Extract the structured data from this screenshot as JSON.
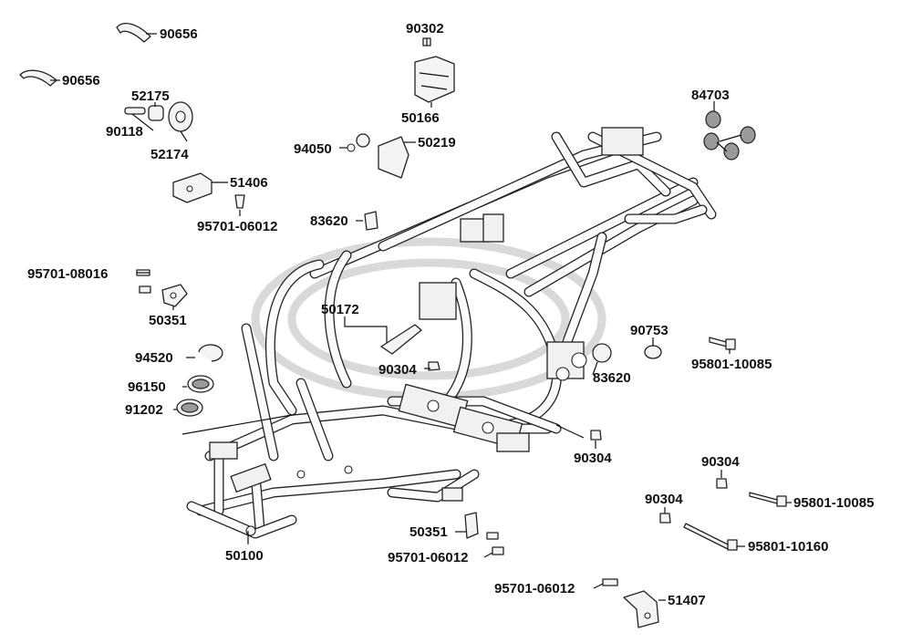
{
  "diagram": {
    "callouts": [
      {
        "id": "c01",
        "label": "90656"
      },
      {
        "id": "c02",
        "label": "90656"
      },
      {
        "id": "c03",
        "label": "52175"
      },
      {
        "id": "c04",
        "label": "90118"
      },
      {
        "id": "c05",
        "label": "52174"
      },
      {
        "id": "c06",
        "label": "51406"
      },
      {
        "id": "c07",
        "label": "95701-06012"
      },
      {
        "id": "c08",
        "label": "95701-08016"
      },
      {
        "id": "c09",
        "label": "50351"
      },
      {
        "id": "c10",
        "label": "94520"
      },
      {
        "id": "c11",
        "label": "96150"
      },
      {
        "id": "c12",
        "label": "91202"
      },
      {
        "id": "c13",
        "label": "50100"
      },
      {
        "id": "c14",
        "label": "90302"
      },
      {
        "id": "c15",
        "label": "50166"
      },
      {
        "id": "c16",
        "label": "94050"
      },
      {
        "id": "c17",
        "label": "50219"
      },
      {
        "id": "c18",
        "label": "83620"
      },
      {
        "id": "c19",
        "label": "50172"
      },
      {
        "id": "c20",
        "label": "90304"
      },
      {
        "id": "c21",
        "label": "84703"
      },
      {
        "id": "c22",
        "label": "90753"
      },
      {
        "id": "c23",
        "label": "95801-10085"
      },
      {
        "id": "c24",
        "label": "83620"
      },
      {
        "id": "c25",
        "label": "90304"
      },
      {
        "id": "c26",
        "label": "90304"
      },
      {
        "id": "c27",
        "label": "95801-10085"
      },
      {
        "id": "c28",
        "label": "90304"
      },
      {
        "id": "c29",
        "label": "95801-10160"
      },
      {
        "id": "c30",
        "label": "50351"
      },
      {
        "id": "c31",
        "label": "95701-06012"
      },
      {
        "id": "c32",
        "label": "95701-06012"
      },
      {
        "id": "c33",
        "label": "51407"
      }
    ]
  }
}
